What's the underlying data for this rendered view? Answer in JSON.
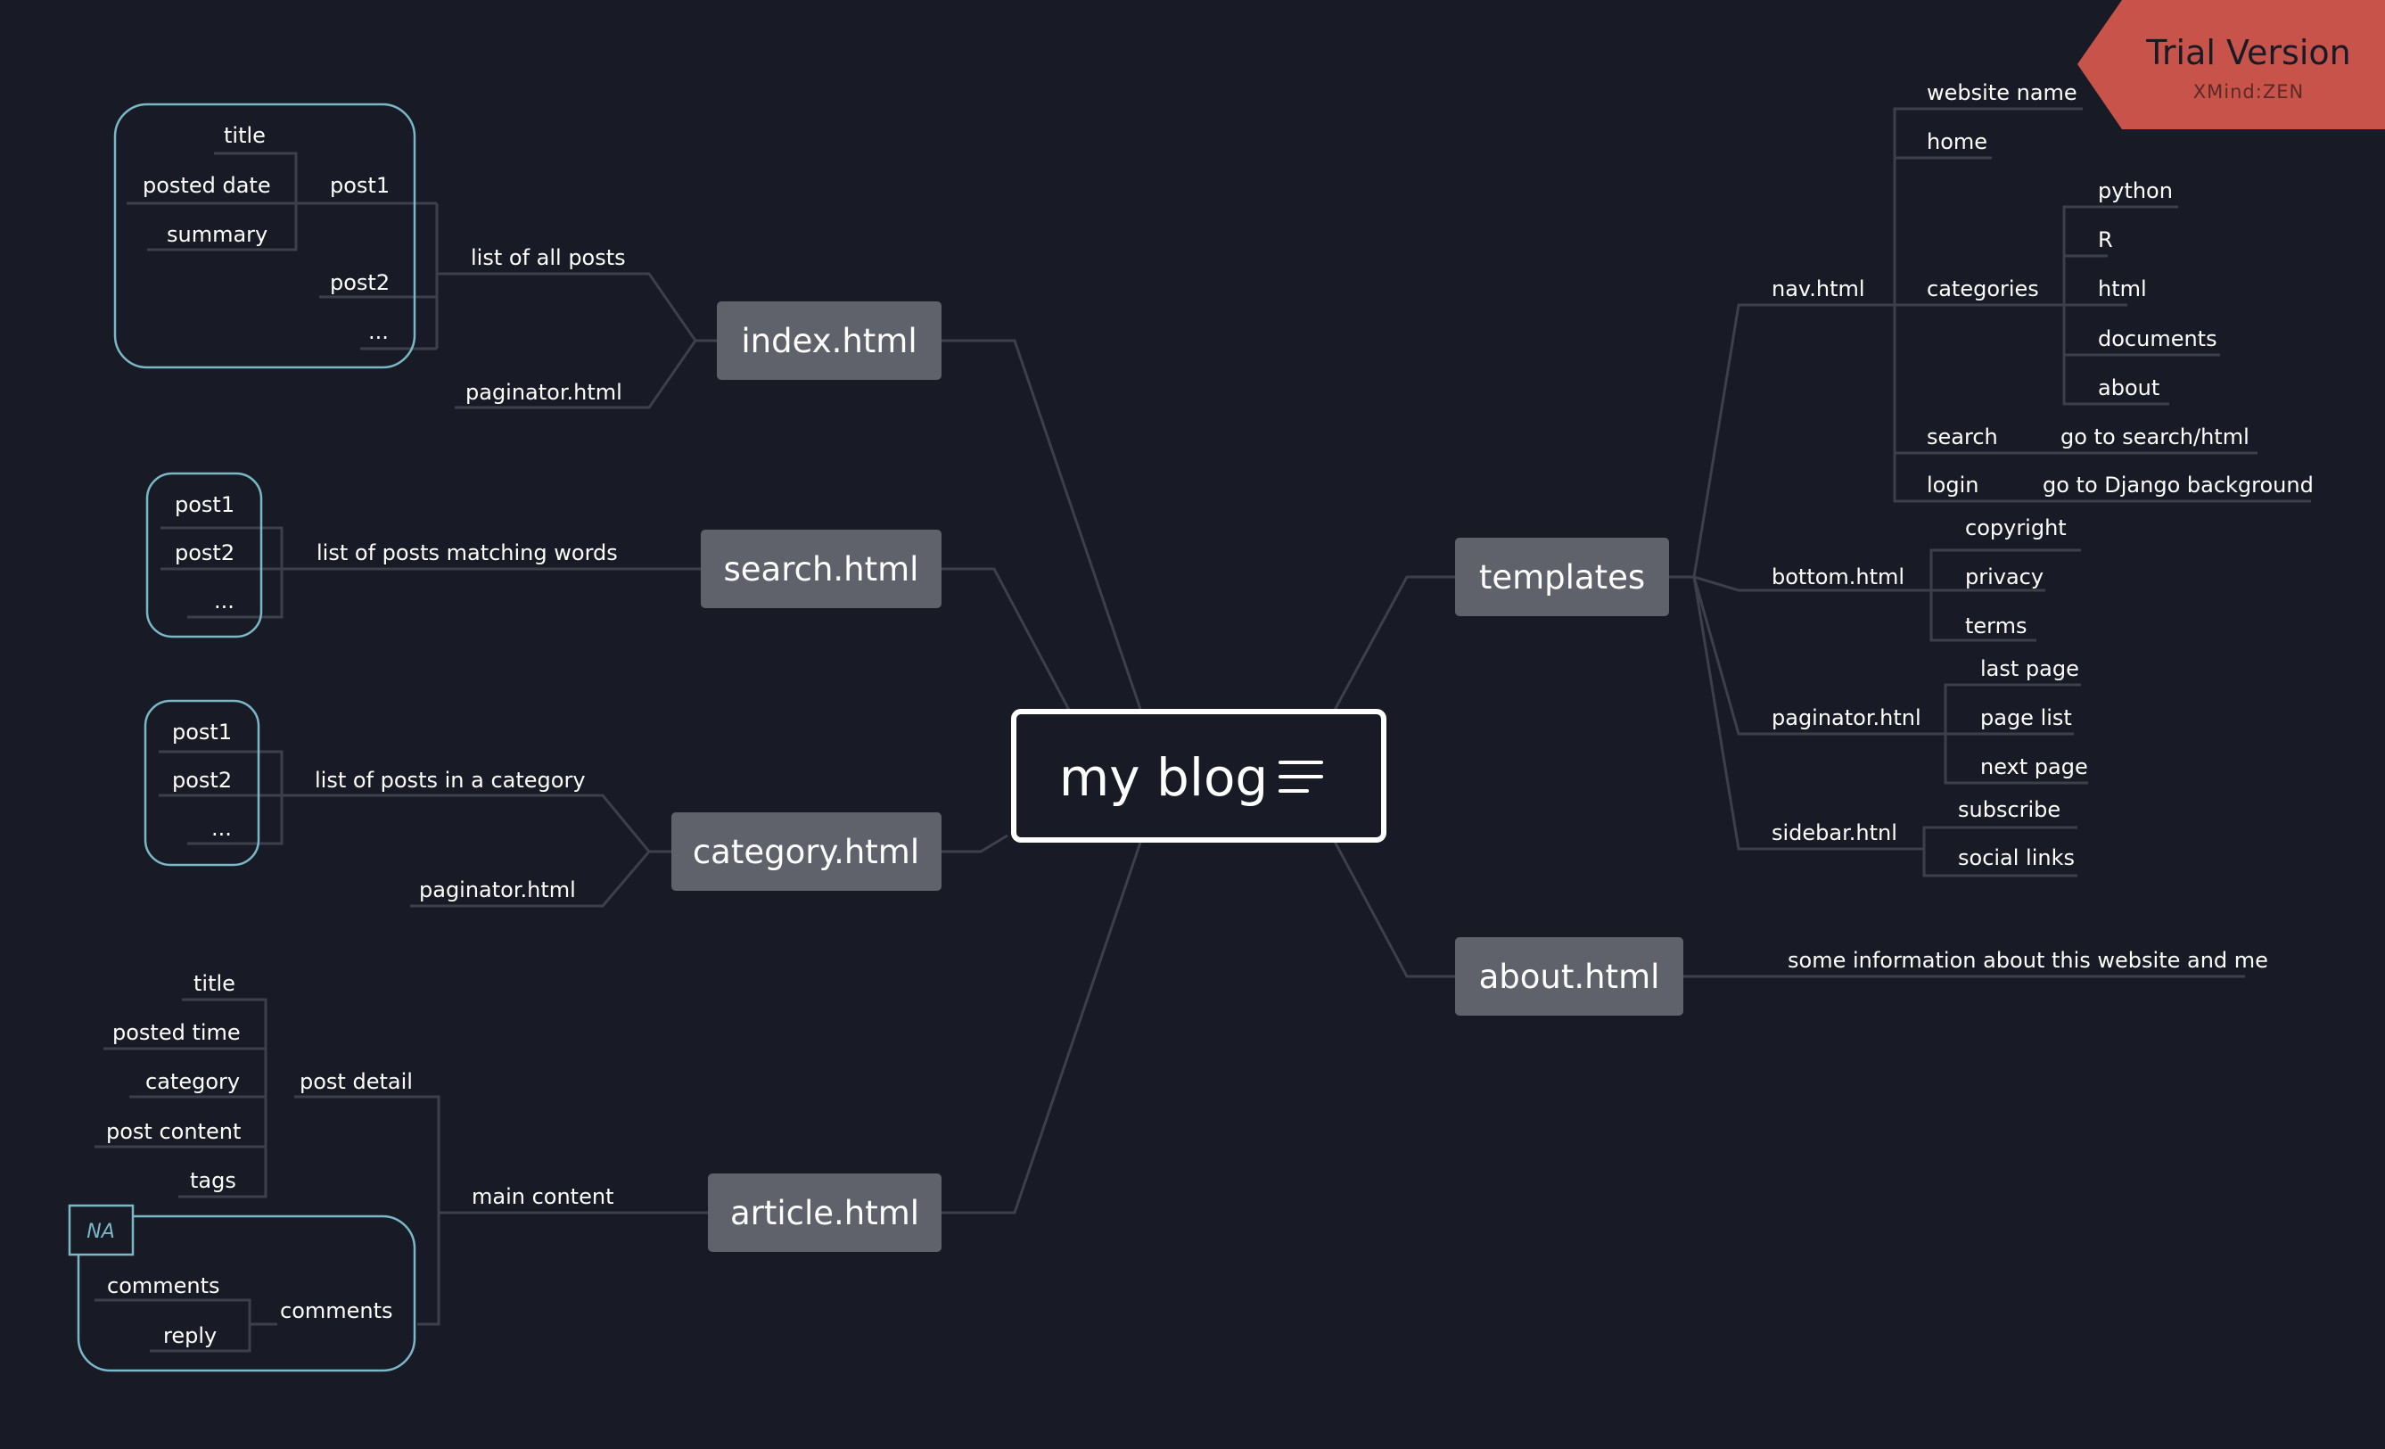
{
  "root": {
    "label": "my blog",
    "icon": "notes-lines-icon"
  },
  "trial": {
    "title": "Trial Version",
    "subtitle": "XMind:ZEN",
    "color": "#c7534a"
  },
  "topics": {
    "index": "index.html",
    "search": "search.html",
    "category": "category.html",
    "article": "article.html",
    "templates": "templates",
    "about": "about.html"
  },
  "index": {
    "list_all": "list of all posts",
    "paginator": "paginator.html",
    "post1": "post1",
    "post2": "post2",
    "more": "...",
    "title": "title",
    "posted_date": "posted date",
    "summary": "summary"
  },
  "search": {
    "list_matching": "list of posts matching words",
    "post1": "post1",
    "post2": "post2",
    "more": "..."
  },
  "category": {
    "list_category": "list of  posts in a category",
    "paginator": "paginator.html",
    "post1": "post1",
    "post2": "post2",
    "more": "..."
  },
  "article": {
    "main_content": "main content",
    "post_detail": "post detail",
    "title": "title",
    "posted_time": "posted time",
    "category": "category",
    "post_content": "post content",
    "tags": "tags",
    "comments_group": "comments",
    "comments": "comments",
    "reply": "reply",
    "na_badge": "NA"
  },
  "templates": {
    "nav": "nav.html",
    "website_name": "website name",
    "home": "home",
    "categories": "categories",
    "cat_items": [
      "python",
      "R",
      "html",
      "documents",
      "about"
    ],
    "search": "search",
    "search_target": "go to search/html",
    "login": "login",
    "login_target": "go to Django background",
    "bottom": "bottom.html",
    "bottom_items": [
      "copyright",
      "privacy",
      "terms"
    ],
    "paginator": "paginator.htnl",
    "paginator_items": [
      "last page",
      "page list",
      "next page"
    ],
    "sidebar": "sidebar.htnl",
    "sidebar_items": [
      "subscribe",
      "social links"
    ]
  },
  "about": {
    "info": "some information about this website and me"
  },
  "colors": {
    "background": "#181b25",
    "topic_fill": "#60626b",
    "line": "#3d404b",
    "frame": "#7ab7c7"
  }
}
